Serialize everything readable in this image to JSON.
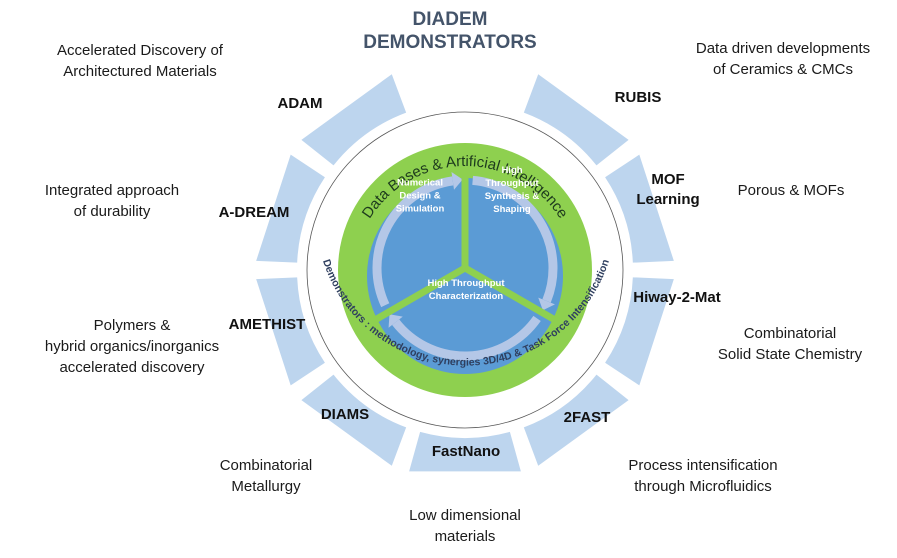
{
  "title": {
    "line1": "DIADEM",
    "line2": "DEMONSTRATORS"
  },
  "colors": {
    "segment_fill": "#bdd5ee",
    "ring_green": "#8ed04f",
    "core_blue": "#5b9bd5",
    "arrow_light": "#b4c7e7",
    "title_color": "#44546a"
  },
  "ring": {
    "top_text": "Data Bases  &  Artificial Intelligence",
    "outer_text": "Demonstrators : methodology, synergies 3D/4D & Task Force Intensification"
  },
  "core": {
    "sectors": [
      {
        "lines": [
          "Numerical",
          "Design &",
          "Simulation"
        ]
      },
      {
        "lines": [
          "High",
          "Throughput",
          "Synthesis &",
          "Shaping"
        ]
      },
      {
        "lines": [
          "High Throughput",
          "Characterization"
        ]
      }
    ]
  },
  "segments": [
    {
      "name": "ADAM",
      "lines": [
        "ADAM"
      ],
      "desc": [
        "Accelerated Discovery of",
        "Architectured Materials"
      ]
    },
    {
      "name": "RUBIS",
      "lines": [
        "RUBIS"
      ],
      "desc": [
        "Data driven developments",
        "of Ceramics & CMCs"
      ]
    },
    {
      "name": "MOF Learning",
      "lines": [
        "MOF",
        "Learning"
      ],
      "desc": [
        "Porous & MOFs"
      ]
    },
    {
      "name": "Hiway-2-Mat",
      "lines": [
        "Hiway-2-Mat"
      ],
      "desc": [
        "Combinatorial",
        "Solid State Chemistry"
      ]
    },
    {
      "name": "2FAST",
      "lines": [
        "2FAST"
      ],
      "desc": [
        "Process intensification",
        "through Microfluidics"
      ]
    },
    {
      "name": "FastNano",
      "lines": [
        "FastNano"
      ],
      "desc": [
        "Low dimensional",
        "materials"
      ]
    },
    {
      "name": "DIAMS",
      "lines": [
        "DIAMS"
      ],
      "desc": [
        "Combinatorial",
        "Metallurgy"
      ]
    },
    {
      "name": "AMETHIST",
      "lines": [
        "AMETHIST"
      ],
      "desc": [
        "Polymers &",
        "hybrid organics/inorganics",
        "accelerated discovery"
      ]
    },
    {
      "name": "A-DREAM",
      "lines": [
        "A-DREAM"
      ],
      "desc": [
        "Integrated approach",
        "of durability"
      ]
    }
  ]
}
